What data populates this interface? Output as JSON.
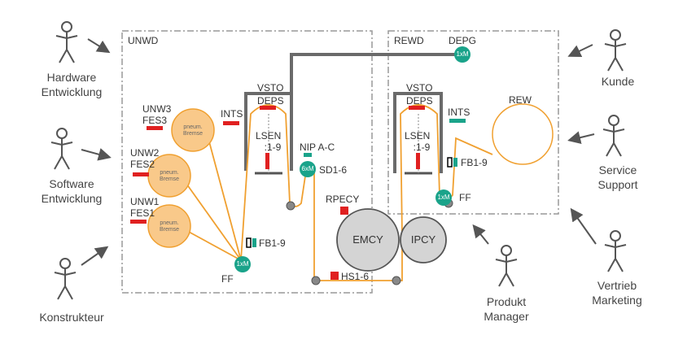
{
  "sections": {
    "unwind": "UNWD",
    "rewind": "REWD"
  },
  "actors": {
    "hardware": "Hardware\nEntwicklung",
    "software": "Software\nEntwicklung",
    "konstrukteur": "Konstrukteur",
    "kunde": "Kunde",
    "service": "Service\nSupport",
    "produkt": "Produkt\nManager",
    "vertrieb": "Vertrieb\nMarketing"
  },
  "unwind": {
    "unw3": "UNW3",
    "fes3": "FES3",
    "unw2": "UNW2",
    "fes2": "FES2",
    "unw1": "UNW1",
    "fes1": "FES1",
    "brake": "pneum.\nBremse",
    "ints": "INTS",
    "vsto": "VSTO",
    "deps": "DEPS",
    "lsen": "LSEN\n:1-9",
    "nip": "NIP A-C",
    "sd": "SD1-6",
    "m6": "6xM",
    "fb": "FB1-9",
    "m1": "1xM",
    "ff": "FF"
  },
  "center": {
    "rpecy": "RPECY",
    "emcy": "EMCY",
    "ipcy": "IPCY",
    "hs": "HS1-6"
  },
  "rewind": {
    "depg": "DEPG",
    "m1top": "1xM",
    "vsto": "VSTO",
    "deps": "DEPS",
    "ints": "INTS",
    "rew": "REW",
    "lsen": "LSEN\n:1-9",
    "fb": "FB1-9",
    "m1": "1xM",
    "ff": "FF"
  },
  "colors": {
    "web": "#f0a030",
    "roll_fill": "#f9c98a",
    "sensor": "#e02020",
    "motor": "#1aa38a",
    "frame": "#6a6a6a",
    "cyl_fill": "#d4d4d4"
  }
}
